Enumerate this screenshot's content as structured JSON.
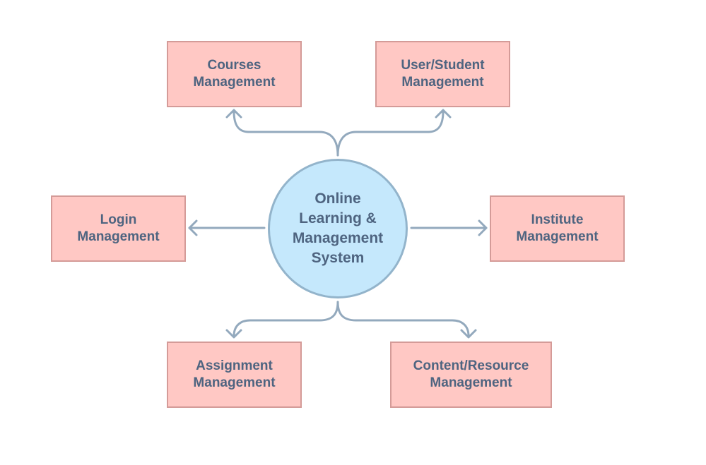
{
  "diagram": {
    "center": {
      "label": "Online\nLearning &\nManagement\nSystem"
    },
    "nodes": {
      "courses": "Courses\nManagement",
      "user_student": "User/Student\nManagement",
      "login": "Login\nManagement",
      "institute": "Institute\nManagement",
      "assignment": "Assignment\nManagement",
      "content_resource": "Content/Resource\nManagement"
    }
  },
  "colors": {
    "box_fill": "#ffc8c4",
    "box_border": "#d49b98",
    "circle_fill": "#c5e8fc",
    "circle_border": "#93b4cb",
    "text": "#4e6480",
    "connector": "#93a9bd"
  }
}
